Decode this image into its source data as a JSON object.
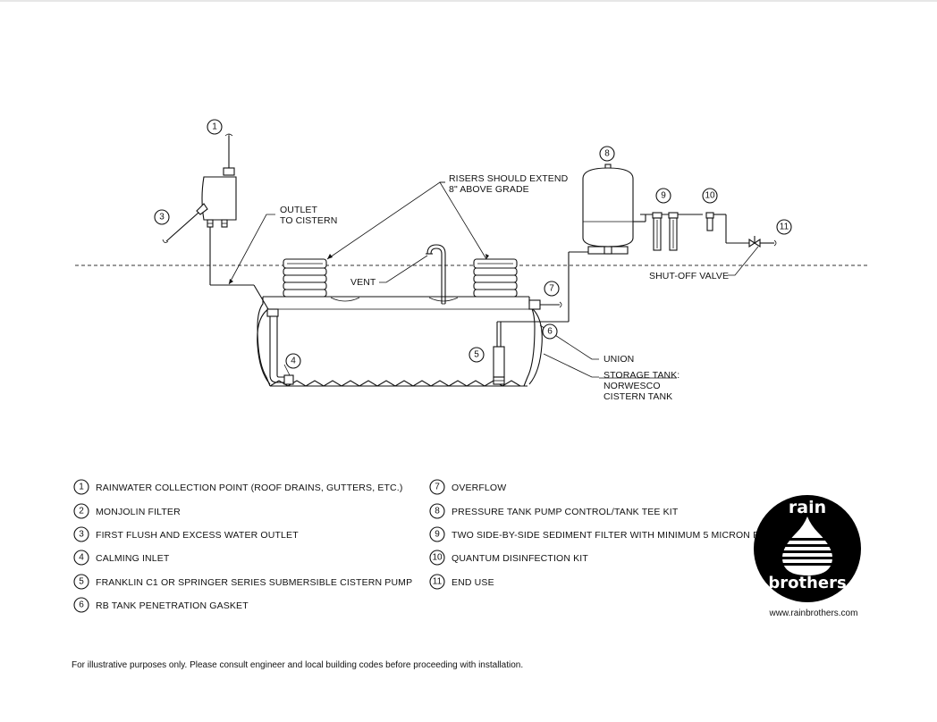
{
  "diagram": {
    "callout_numbers": [
      "1",
      "3",
      "4",
      "5",
      "6",
      "7",
      "8",
      "9",
      "10",
      "11"
    ],
    "labels": {
      "outlet_line1": "OUTLET",
      "outlet_line2": "TO CISTERN",
      "risers_line1": "RISERS SHOULD EXTEND",
      "risers_line2": "8\" ABOVE GRADE",
      "vent": "VENT",
      "shutoff": "SHUT-OFF VALVE",
      "union": "UNION",
      "storage_line1": "STORAGE TANK:",
      "storage_line2": "NORWESCO",
      "storage_line3": "CISTERN TANK"
    }
  },
  "legend": {
    "left": [
      {
        "num": "1",
        "text": "RAINWATER COLLECTION POINT (ROOF DRAINS, GUTTERS, ETC.)"
      },
      {
        "num": "2",
        "text": "MONJOLIN FILTER"
      },
      {
        "num": "3",
        "text": "FIRST FLUSH AND EXCESS WATER OUTLET"
      },
      {
        "num": "4",
        "text": "CALMING INLET"
      },
      {
        "num": "5",
        "text": "FRANKLIN C1 OR SPRINGER SERIES SUBMERSIBLE CISTERN PUMP"
      },
      {
        "num": "6",
        "text": "RB TANK PENETRATION GASKET"
      }
    ],
    "right": [
      {
        "num": "7",
        "text": "OVERFLOW"
      },
      {
        "num": "8",
        "text": "PRESSURE TANK PUMP CONTROL/TANK TEE KIT"
      },
      {
        "num": "9",
        "text": "TWO SIDE-BY-SIDE SEDIMENT FILTER WITH MINIMUM 5 MICRON FIL"
      },
      {
        "num": "10",
        "text": "QUANTUM DISINFECTION KIT"
      },
      {
        "num": "11",
        "text": "END USE"
      }
    ]
  },
  "logo": {
    "word_top": "rain",
    "word_bottom": "brothers",
    "url": "www.rainbrothers.com",
    "bg_color": "#000000",
    "fg_color": "#ffffff"
  },
  "footer": {
    "disclaimer": "For illustrative purposes only. Please consult engineer and local building codes before proceeding with installation."
  }
}
